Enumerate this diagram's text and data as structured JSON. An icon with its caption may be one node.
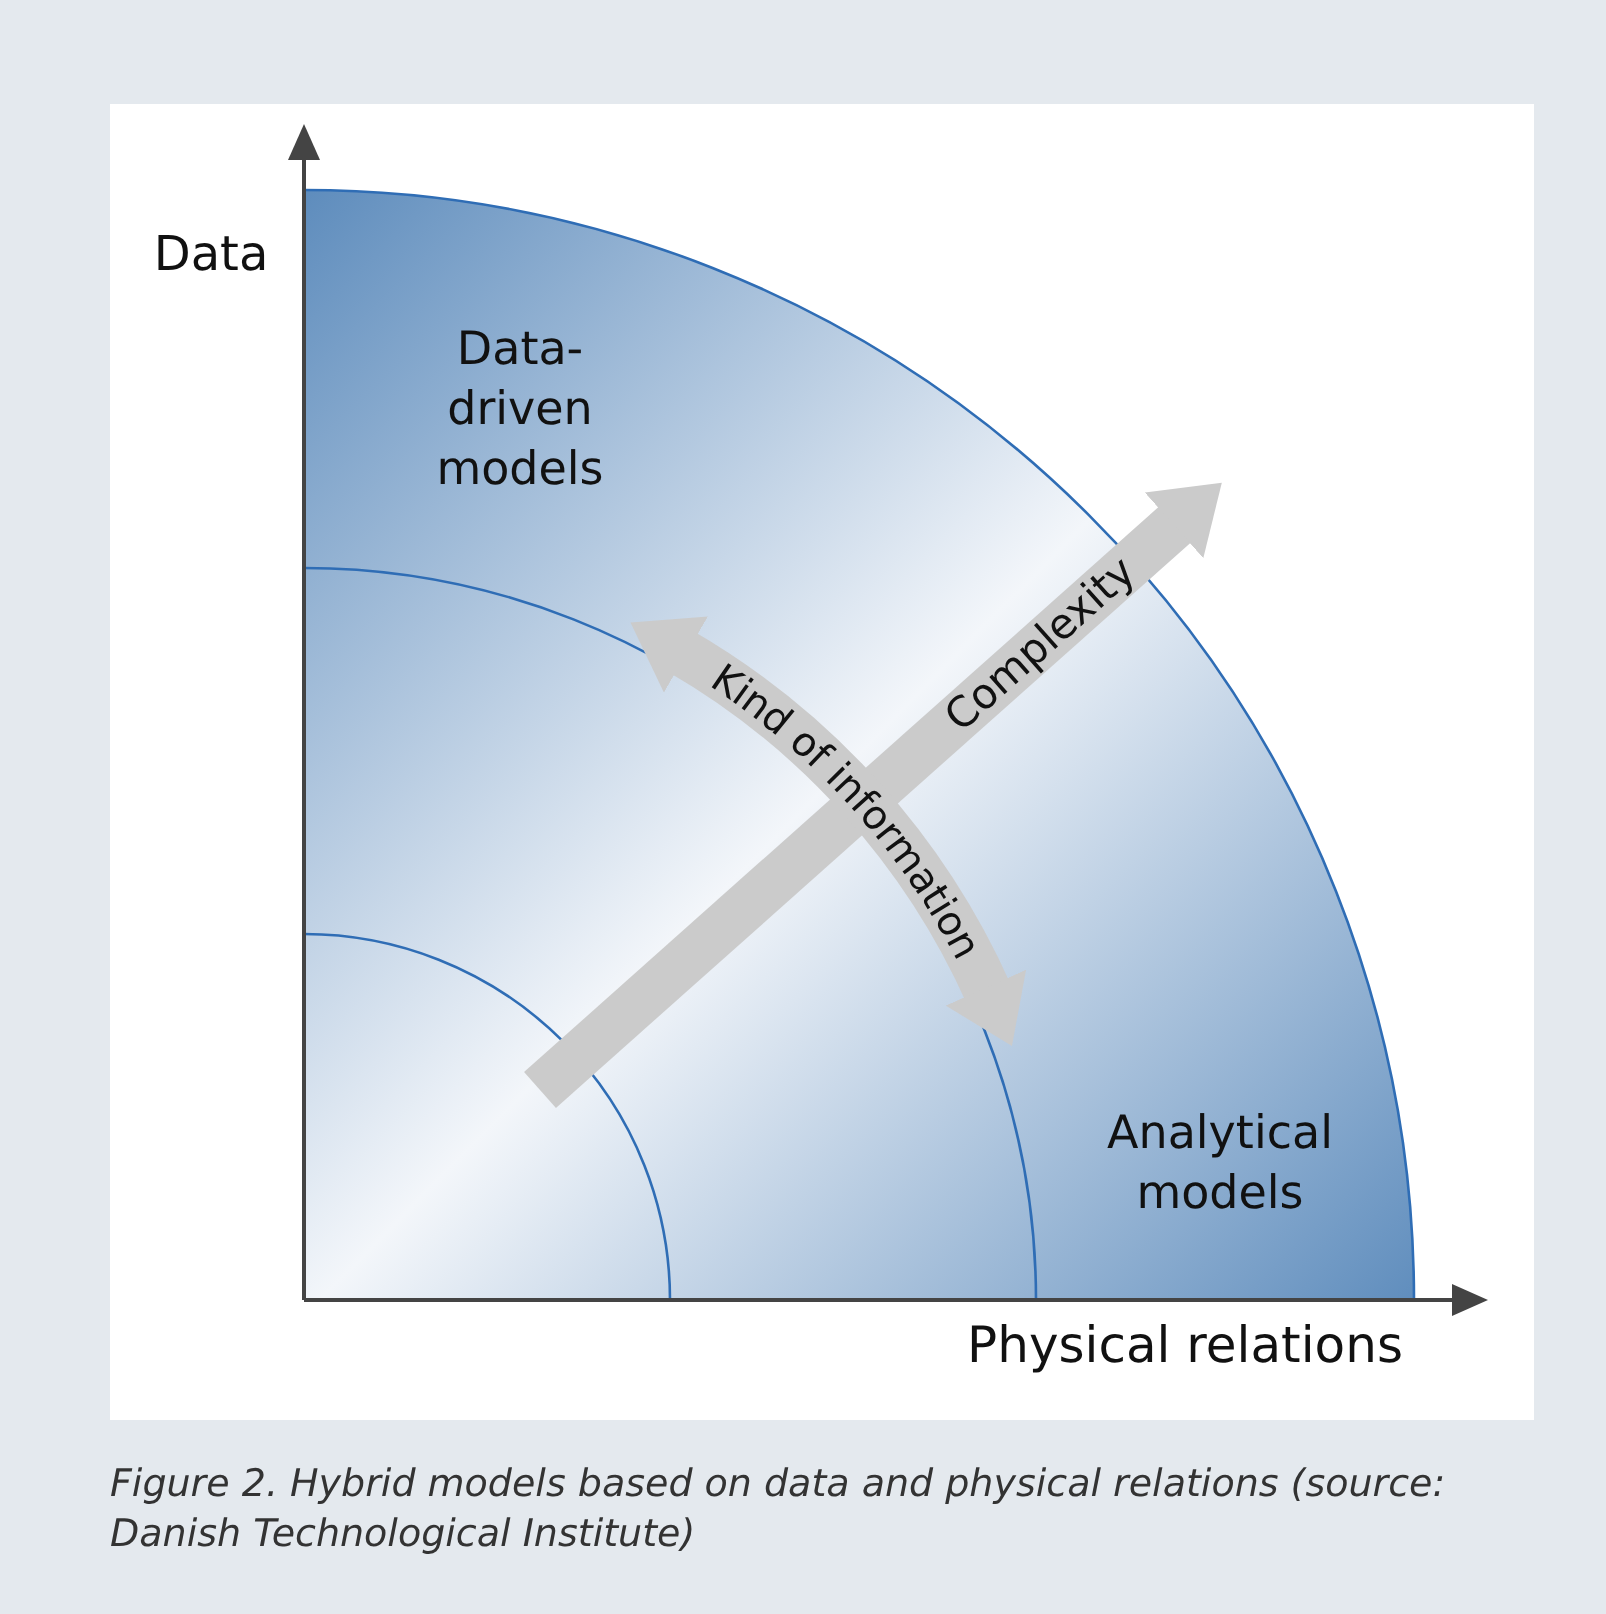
{
  "diagram": {
    "caption": "Figure 2. Hybrid models based on data and physical relations (source: Danish Technological Institute)",
    "labels": [
      "Data",
      "Data-driven models",
      "Complexity",
      "Kind of information",
      "Analytical models",
      "Physical relations"
    ]
  }
}
